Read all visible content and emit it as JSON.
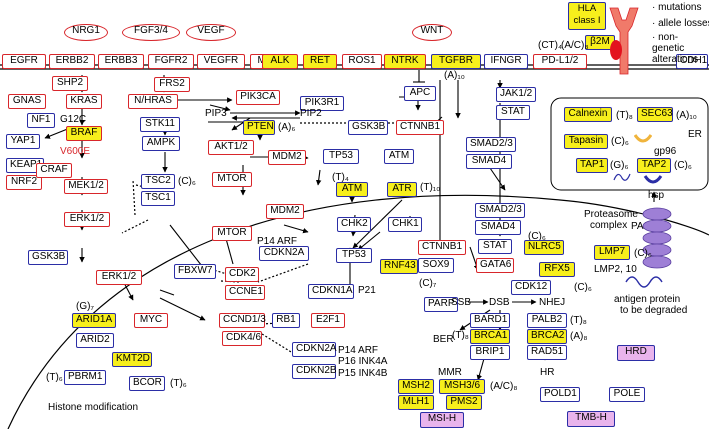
{
  "ligands": {
    "nrg1": "NRG1",
    "fgf": "FGF3/4",
    "vegf": "VEGF",
    "wnt": "WNT"
  },
  "receptors": {
    "egfr": "EGFR",
    "erbb2": "ERBB2",
    "erbb3": "ERBB3",
    "fgfr2": "FGFR2",
    "vegfr": "VEGFR",
    "met": "MET",
    "alk": "ALK",
    "ret": "RET",
    "ros1": "ROS1",
    "ntrk": "NTRK",
    "tgfbr": "TGFBR",
    "ifngr": "IFNGR",
    "pdl12": "PD-L1/2",
    "cdh1": "CDH1"
  },
  "mhc": {
    "hla": "HLA class I",
    "b2m": "β2M",
    "ct4": "(CT)₄",
    "ac8": "(A/C)₈"
  },
  "legend": {
    "mutations": "mutations",
    "allele": "allele losses",
    "nongenetic": "non-genetic alterations"
  },
  "genes": {
    "shp2": "SHP2",
    "gnas": "GNAS",
    "kras": "KRAS",
    "nf1": "NF1",
    "g12c": "G12C",
    "yap1": "YAP1",
    "braf": "BRAF",
    "v600e": "V600E",
    "keap1": "KEAP1",
    "nrf2": "NRF2",
    "craf": "CRAF",
    "mek": "MEK1/2",
    "erk_a": "ERK1/2",
    "gsk3b_a": "GSK3B",
    "frs2": "FRS2",
    "nhras": "N/HRAS",
    "stk11": "STK11",
    "ampk": "AMPK",
    "tsc2": "TSC2",
    "tsc1": "TSC1",
    "c_tsc": "(C)₆",
    "pik3ca": "PIK3CA",
    "pik3r1": "PIK3R1",
    "pip3": "PIP3",
    "pip2": "PIP2",
    "pten": "PTEN",
    "a6_pten": "(A)₆",
    "akt": "AKT1/2",
    "mtor_a": "MTOR",
    "mtor_b": "MTOR",
    "mdm2_a": "MDM2",
    "mdm2_b": "MDM2",
    "p14arf_a": "P14 ARF",
    "cdkn2a_a": "CDKN2A",
    "tp53_a": "TP53",
    "atm_a": "ATM",
    "atm_b": "ATM",
    "t4": "(T)₄",
    "atr": "ATR",
    "t10": "(T)₁₀",
    "chk2": "CHK2",
    "chk1": "CHK1",
    "tp53_b": "TP53",
    "apc": "APC",
    "a10": "(A)₁₀",
    "ctnnb1_a": "CTNNB1",
    "gsk3b_b": "GSK3B",
    "smad23_a": "SMAD2/3",
    "smad4_a": "SMAD4",
    "smad23_b": "SMAD2/3",
    "smad4_b": "SMAD4",
    "jak": "JAK1/2",
    "stat_a": "STAT",
    "stat_b": "STAT",
    "ctnnb1_b": "CTNNB1",
    "sox9": "SOX9",
    "rnf43": "RNF43",
    "c7": "(C)₇",
    "gata6": "GATA6",
    "nlrc5": "NLRC5",
    "c6_nlrc5": "(C)₆",
    "rfx5": "RFX5",
    "c6_rfx5": "(C)₆",
    "cdk12": "CDK12",
    "parp": "PARP",
    "erk_b": "ERK1/2",
    "fbxw7": "FBXW7",
    "cdk2": "CDK2",
    "ccne1": "CCNE1",
    "cdkn1a": "CDKN1A",
    "p21": "P21",
    "g7": "(G)₇",
    "arid1a": "ARID1A",
    "myc": "MYC",
    "ccnd13": "CCND1/3",
    "rb1": "RB1",
    "e2f1": "E2F1",
    "arid2": "ARID2",
    "cdk46": "CDK4/6",
    "cdkn2a_b": "CDKN2A",
    "p14arf_b": "P14 ARF",
    "p16ink4a": "P16 INK4A",
    "cdkn2b": "CDKN2B",
    "p15ink4b": "P15 INK4B",
    "kmt2d": "KMT2D",
    "t6_pbrm1": "(T)₆",
    "pbrm1": "PBRM1",
    "bcor": "BCOR",
    "t6_bcor": "(T)₆",
    "histone": "Histone modification",
    "ssb": "SSB",
    "dsb": "DSB",
    "nhej": "NHEJ",
    "ber": "BER",
    "bard1": "BARD1",
    "brca1": "BRCA1",
    "t8_brca1": "(T)₈",
    "brip1": "BRIP1",
    "palb2": "PALB2",
    "t8_palb2": "(T)₈",
    "brca2": "BRCA2",
    "a8_brca2": "(A)₈",
    "rad51": "RAD51",
    "hrd": "HRD",
    "hr": "HR",
    "mmr": "MMR",
    "msh2": "MSH2",
    "msh36": "MSH3/6",
    "ac8_mmr": "(A/C)₈",
    "mlh1": "MLH1",
    "pms2": "PMS2",
    "msih": "MSI-H",
    "pold1": "POLD1",
    "pole": "POLE",
    "tmbh": "TMB-H"
  },
  "er": {
    "calnexin": "Calnexin",
    "t8_cal": "(T)₈",
    "sec63": "SEC63",
    "a10_sec": "(A)₁₀",
    "er": "ER",
    "tapasin": "Tapasin",
    "c6_tap": "(C)₆",
    "gp96": "gp96",
    "tap1": "TAP1",
    "g6": "(G)₆",
    "tap2": "TAP2",
    "c6_tap2": "(C)₆",
    "hsp": "hsp"
  },
  "proteasome": {
    "label1": "Proteasome",
    "label2": "complex",
    "pa28": "PA28",
    "lmp7": "LMP7",
    "c6_lmp7": "(C)₆",
    "lmp2": "LMP2, 10",
    "antigen1": "antigen protein",
    "antigen2": "to be degraded"
  },
  "colors": {
    "red": "#d8262b",
    "blue": "#2b2ea6",
    "yellow": "#f7ef1c",
    "pink": "#e9b4ec",
    "receptor": "#f07a6a"
  }
}
